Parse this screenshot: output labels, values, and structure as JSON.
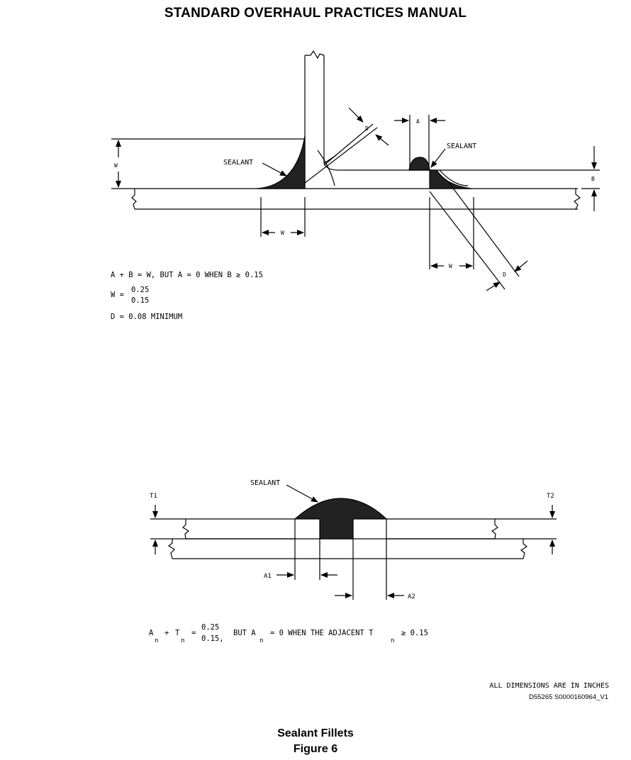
{
  "header": {
    "title": "STANDARD OVERHAUL PRACTICES MANUAL"
  },
  "figure_top": {
    "labels": {
      "sealant_left": "SEALANT",
      "sealant_right": "SEALANT",
      "w_vertical": "W",
      "w_left": "W",
      "w_right": "W",
      "d_upper": "D",
      "d_lower": "D",
      "a": "A",
      "b": "B"
    },
    "notes": {
      "line1": "A + B = W, BUT A = 0 WHEN B ≥ 0.15",
      "w_lhs": "W =",
      "w_num": "0.25",
      "w_den": "0.15",
      "line3": "D = 0.08 MINIMUM"
    }
  },
  "figure_bottom": {
    "labels": {
      "sealant": "SEALANT",
      "t1": "T1",
      "t2": "T2",
      "a1": "A1",
      "a2": "A2"
    },
    "formula": {
      "a": "A",
      "sub1": "n",
      "plus": "+",
      "t": "T",
      "sub2": "n",
      "eq": "=",
      "num": "0.25",
      "den": "0.15,",
      "but": "BUT A",
      "sub3": "n",
      "rest": "= 0 WHEN THE ADJACENT T",
      "sub4": "n",
      "end": "≥ 0.15"
    }
  },
  "footer": {
    "units_note": "ALL DIMENSIONS ARE IN INCHES",
    "doc_id": "D55265 S0000160964_V1",
    "caption": "Sealant Fillets",
    "figure": "Figure 6"
  }
}
